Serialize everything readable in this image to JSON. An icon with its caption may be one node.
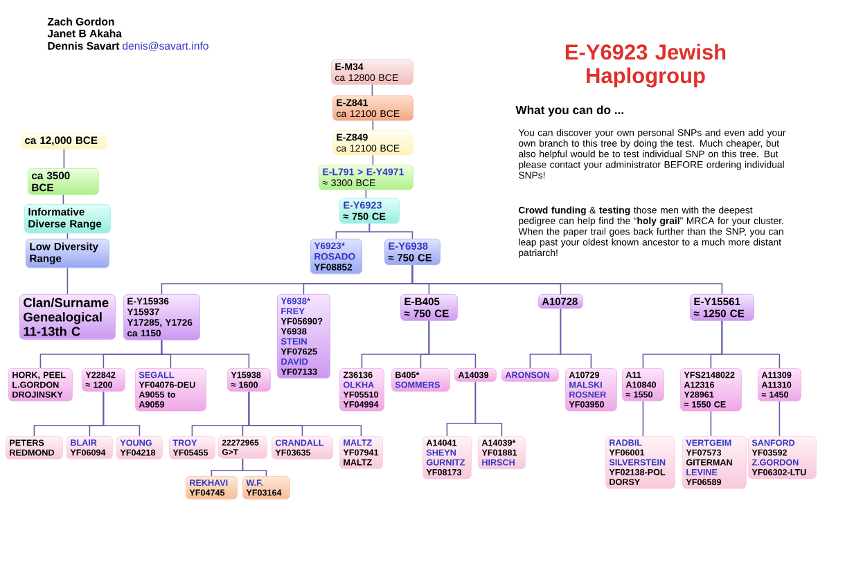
{
  "diagram": {
    "title": "E-Y6923 Jewish Haplogroup",
    "nodes": [
      {
        "text": [
          "ca 12,000 BCE"
        ]
      },
      {
        "text": [
          "ca 3500 BCE"
        ]
      },
      {
        "text": [
          "Informative Diverse Range"
        ]
      },
      {
        "text": [
          "Low Diversity Range"
        ]
      },
      {
        "text": [
          "Clan/Surname Genealogical 11-13th C"
        ]
      },
      {
        "text": [
          "E-M34",
          "ca 12800 BCE"
        ]
      },
      {
        "text": [
          "E-Z841",
          "ca 12100 BCE"
        ]
      },
      {
        "text": [
          "E-Z849",
          "ca 12100 BCE"
        ]
      },
      {
        "text": [
          "E-L791 > E-Y4971",
          "≈ 3300 BCE"
        ]
      },
      {
        "text": [
          "E-Y6923",
          "≈ 750 CE"
        ]
      },
      {
        "text": [
          "Y6923*",
          "ROSADO",
          "YF08852"
        ]
      },
      {
        "text": [
          "E-Y6938",
          "≈ 750 CE"
        ]
      },
      {
        "text": [
          "E-Y15936",
          "Y15937",
          "Y17285, Y1726",
          "ca 1150"
        ]
      },
      {
        "text": [
          "Y6938*",
          "FREY",
          "YF05690?",
          "Y6938",
          "STEIN",
          "YF07625",
          "DAVID",
          "YF07133"
        ]
      },
      {
        "text": [
          "E-B405",
          "≈ 750 CE"
        ]
      },
      {
        "text": [
          "A10728"
        ]
      },
      {
        "text": [
          "E-Y15561",
          "≈ 1250 CE"
        ]
      },
      {
        "text": [
          "HORK, PEEL",
          "L.GORDON",
          "DROJINSKY"
        ]
      },
      {
        "text": [
          "Y22842",
          "≈ 1200"
        ]
      },
      {
        "text": [
          "SEGALL",
          "YF04076-DEU",
          "A9055 to A9059"
        ]
      },
      {
        "text": [
          "Y15938",
          "≈ 1600"
        ]
      },
      {
        "text": [
          "Z36136",
          "OLKHA",
          "YF05510",
          "YF04994"
        ]
      },
      {
        "text": [
          "B405*",
          "SOMMERS"
        ]
      },
      {
        "text": [
          "A14039"
        ]
      },
      {
        "text": [
          "ARONSON"
        ]
      },
      {
        "text": [
          "A10729",
          "MALSKI",
          "ROSNER",
          "YF03950"
        ]
      },
      {
        "text": [
          "A11",
          "A10840",
          "≈ 1550"
        ]
      },
      {
        "text": [
          "YFS2148022",
          "A12316",
          "Y28961",
          "≈ 1550 CE"
        ]
      },
      {
        "text": [
          "A11309",
          "A11310",
          "≈ 1450"
        ]
      },
      {
        "text": [
          "PETERS",
          "REDMOND"
        ]
      },
      {
        "text": [
          "BLAIR",
          "YF06094"
        ]
      },
      {
        "text": [
          "YOUNG",
          "YF04218"
        ]
      },
      {
        "text": [
          "TROY",
          "YF05455"
        ]
      },
      {
        "text": [
          "22272965",
          "G>T"
        ]
      },
      {
        "text": [
          "CRANDALL",
          "YF03635"
        ]
      },
      {
        "text": [
          "MALTZ",
          "YF07941",
          "MALTZ"
        ]
      },
      {
        "text": [
          "A14041",
          "SHEYN",
          "GURNITZ",
          "YF08173"
        ]
      },
      {
        "text": [
          "A14039*",
          "YF01881",
          "HIRSCH"
        ]
      },
      {
        "text": [
          "RADBIL",
          "YF06001",
          "SILVERSTEIN",
          "YF02138-POL",
          "DORSY"
        ]
      },
      {
        "text": [
          "VERTGEIM",
          "YF07573",
          "GITERMAN",
          "LEVINE",
          "YF06589"
        ]
      },
      {
        "text": [
          "SANFORD",
          "YF03592",
          "Z.GORDON",
          "YF06302-LTU"
        ]
      },
      {
        "text": [
          "REKHAVI",
          "YF04745"
        ]
      },
      {
        "text": [
          "W.F.",
          "YF03164"
        ]
      }
    ],
    "edges": [
      {
        "from": 0,
        "to": 1,
        "arrow": "none"
      },
      {
        "from": 1,
        "to": 2,
        "arrow": "none"
      },
      {
        "from": 2,
        "to": 3,
        "arrow": "none"
      },
      {
        "from": 3,
        "to": 4,
        "arrow": "none"
      },
      {
        "from": 5,
        "to": 6,
        "arrow": "none"
      },
      {
        "from": 6,
        "to": 7,
        "arrow": "none"
      },
      {
        "from": 7,
        "to": 8,
        "arrow": "none"
      },
      {
        "from": 8,
        "to": 9,
        "arrow": "none"
      },
      {
        "from": 9,
        "to": 10,
        "arrow": "none"
      },
      {
        "from": 9,
        "to": 11,
        "arrow": "none"
      },
      {
        "from": 11,
        "to": 12,
        "arrow": "none"
      },
      {
        "from": 11,
        "to": 13,
        "arrow": "none"
      },
      {
        "from": 11,
        "to": 14,
        "arrow": "none"
      },
      {
        "from": 11,
        "to": 15,
        "arrow": "none"
      },
      {
        "from": 11,
        "to": 16,
        "arrow": "none"
      },
      {
        "from": 12,
        "to": 17,
        "arrow": "none"
      },
      {
        "from": 12,
        "to": 18,
        "arrow": "none"
      },
      {
        "from": 12,
        "to": 19,
        "arrow": "none"
      },
      {
        "from": 12,
        "to": 20,
        "arrow": "none"
      },
      {
        "from": 14,
        "to": 21,
        "arrow": "none"
      },
      {
        "from": 14,
        "to": 22,
        "arrow": "none"
      },
      {
        "from": 14,
        "to": 23,
        "arrow": "none"
      },
      {
        "from": 15,
        "to": 24,
        "arrow": "none"
      },
      {
        "from": 15,
        "to": 25,
        "arrow": "none"
      },
      {
        "from": 16,
        "to": 26,
        "arrow": "none"
      },
      {
        "from": 16,
        "to": 27,
        "arrow": "none"
      },
      {
        "from": 16,
        "to": 28,
        "arrow": "none"
      },
      {
        "from": 18,
        "to": 29,
        "arrow": "none"
      },
      {
        "from": 18,
        "to": 30,
        "arrow": "none"
      },
      {
        "from": 18,
        "to": 31,
        "arrow": "none"
      },
      {
        "from": 20,
        "to": 32,
        "arrow": "none"
      },
      {
        "from": 20,
        "to": 33,
        "arrow": "none"
      },
      {
        "from": 20,
        "to": 34,
        "arrow": "none"
      },
      {
        "from": 20,
        "to": 35,
        "arrow": "none"
      },
      {
        "from": 23,
        "to": 36,
        "arrow": "none"
      },
      {
        "from": 23,
        "to": 37,
        "arrow": "none"
      },
      {
        "from": 26,
        "to": 38,
        "arrow": "none"
      },
      {
        "from": 27,
        "to": 39,
        "arrow": "none"
      },
      {
        "from": 28,
        "to": 40,
        "arrow": "none"
      },
      {
        "from": 33,
        "to": 41,
        "arrow": "none"
      },
      {
        "from": 33,
        "to": 42,
        "arrow": "none"
      }
    ],
    "labels": [
      "Zach Gordon",
      "Janet B Akaha",
      "Dennis Savart",
      "denis@savart.info",
      "What you can do ...",
      "You can discover your own personal SNPs and even add your own branch to this tree by doing the test. Much cheaper, but also helpful would be to test individual SNP on this tree. But please contact your administrator BEFORE ordering individual SNPs!",
      "**Crowd funding** & **testing** those men with the deepest pedigree can help find the “**holy grail**” MRCA for your cluster. When the paper trail goes back further than the SNP, you can leap past your oldest known ancestor to a much more distant patriarch!"
    ]
  }
}
